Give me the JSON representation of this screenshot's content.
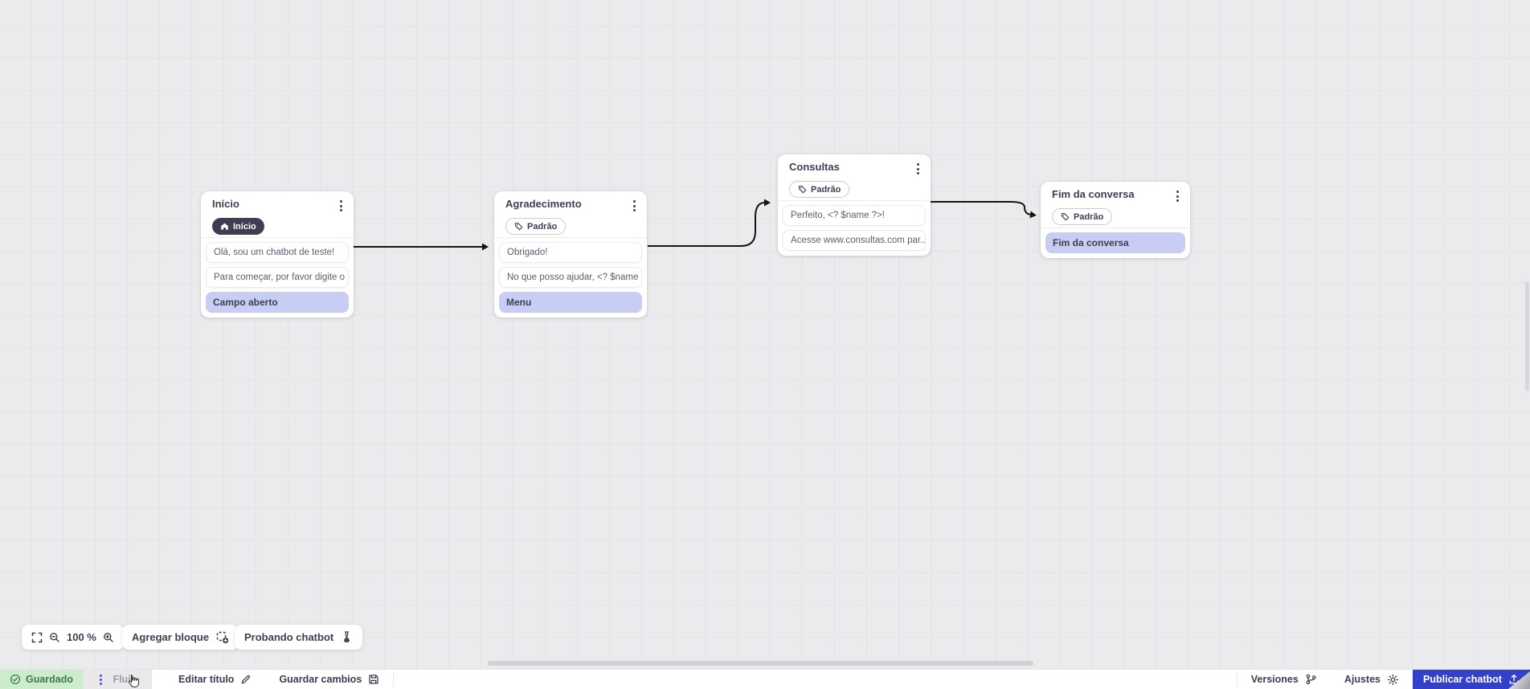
{
  "canvas": {
    "nodes": [
      {
        "title": "Início",
        "badge": {
          "label": "Início",
          "style": "dark",
          "icon": "home-icon"
        },
        "messages": [
          {
            "text": "Olá, sou um chatbot de teste!",
            "highlight": false
          },
          {
            "text": "Para começar, por favor digite o ...",
            "highlight": false
          },
          {
            "text": "Campo aberto",
            "highlight": true
          }
        ]
      },
      {
        "title": "Agradecimento",
        "badge": {
          "label": "Padrão",
          "style": "outline",
          "icon": "tag-icon"
        },
        "messages": [
          {
            "text": "Obrigado!",
            "highlight": false
          },
          {
            "text": "No que posso ajudar, <? $name ...",
            "highlight": false
          },
          {
            "text": "Menu",
            "highlight": true
          }
        ]
      },
      {
        "title": "Consultas",
        "badge": {
          "label": "Padrão",
          "style": "outline",
          "icon": "tag-icon"
        },
        "messages": [
          {
            "text": "Perfeito, <? $name ?>!",
            "highlight": false
          },
          {
            "text": "Acesse www.consultas.com par...",
            "highlight": false
          }
        ]
      },
      {
        "title": "Fim da conversa",
        "badge": {
          "label": "Padrão",
          "style": "outline",
          "icon": "tag-icon"
        },
        "messages": [
          {
            "text": "Fim da conversa",
            "highlight": true
          }
        ]
      }
    ],
    "connections": [
      {
        "from": "Início",
        "to": "Agradecimento"
      },
      {
        "from": "Agradecimento",
        "to": "Consultas"
      },
      {
        "from": "Consultas",
        "to": "Fim da conversa"
      }
    ]
  },
  "toolbar": {
    "zoom_level": "100 %",
    "add_block_label": "Agregar bloque",
    "test_chatbot_label": "Probando chatbot"
  },
  "bottom_bar": {
    "saved_status": "Guardado",
    "flow_tab_label": "Fluir",
    "edit_title_label": "Editar título",
    "save_changes_label": "Guardar cambios",
    "versions_label": "Versiones",
    "settings_label": "Ajustes",
    "publish_label": "Publicar chatbot"
  },
  "colors": {
    "publish_blue": "#3340c9",
    "highlight_lavender": "#c7cdf3",
    "saved_bg_green": "#cdeccd",
    "saved_text_green": "#3e7b46",
    "canvas_bg": "#ebebed",
    "connector_black": "#141414",
    "drag_dots_blue": "#4553d6"
  }
}
